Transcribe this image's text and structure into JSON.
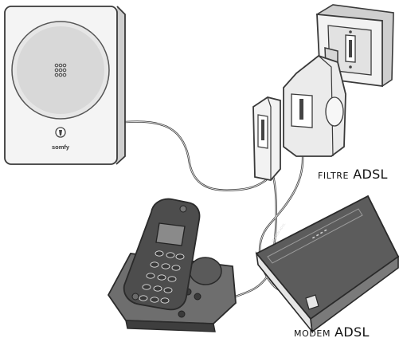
{
  "colors": {
    "outline": "#3a3a3a",
    "panel": "#f4f4f4",
    "dial": "#d8d8d8",
    "phone_dark": "#4d4d4d",
    "phone_mid": "#6e6e6e",
    "modem": "#5c5c5c"
  },
  "device": {
    "brand": "somfy"
  },
  "labels": {
    "filter": {
      "small": "FILTRE",
      "big": "ADSL"
    },
    "modem": {
      "small": "MODEM",
      "big": "ADSL"
    }
  },
  "modem_box": {
    "text": "MODEM ADSL"
  }
}
